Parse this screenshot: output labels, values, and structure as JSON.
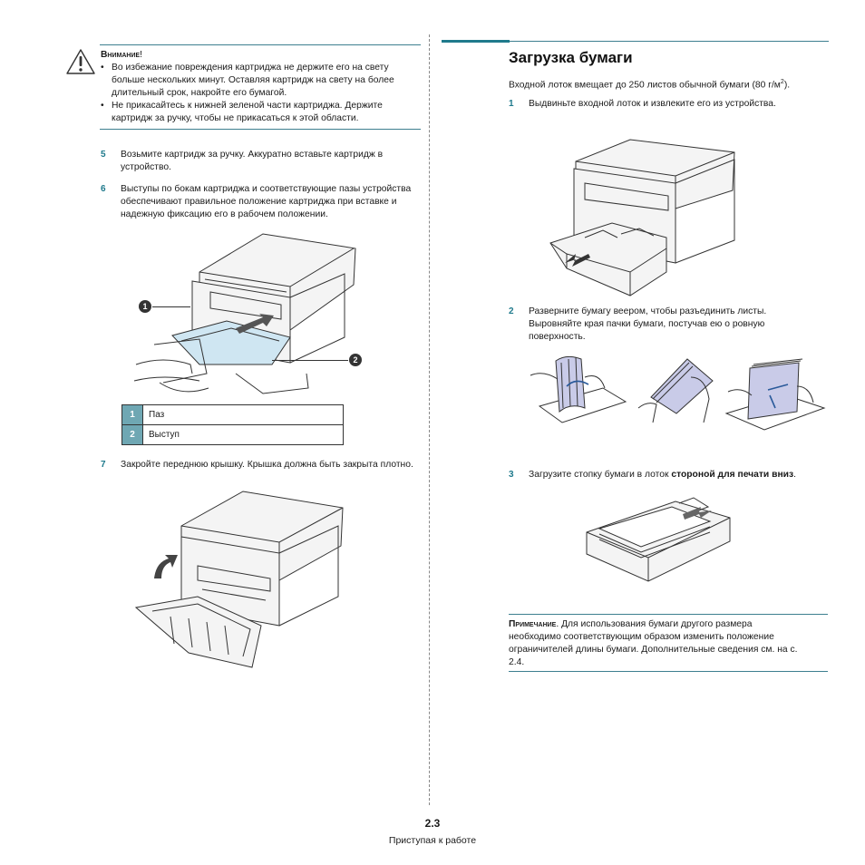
{
  "warning": {
    "title": "Внимание",
    "title_suffix": "!",
    "bullets": [
      "Во избежание повреждения картриджа не держите его на свету больше нескольких минут. Оставляя картридж на свету на более длительный срок, накройте его бумагой.",
      "Не прикасайтесь к нижней зеленой части картриджа. Держите картридж за ручку, чтобы не прикасаться к этой области."
    ]
  },
  "left_steps": [
    {
      "num": "5",
      "text": "Возьмите картридж за ручку. Аккуратно вставьте картридж в устройство."
    },
    {
      "num": "6",
      "text": "Выступы по бокам картриджа  и соответствующие пазы устройства обеспечивают правильное положение картриджа при вставке и надежную фиксацию его в рабочем положении."
    },
    {
      "num": "7",
      "text": "Закройте переднюю крышку. Крышка должна быть закрыта плотно."
    }
  ],
  "callouts": [
    "1",
    "2"
  ],
  "legend": [
    {
      "num": "1",
      "label": "Паз"
    },
    {
      "num": "2",
      "label": "Выступ"
    }
  ],
  "right": {
    "heading": "Загрузка бумаги",
    "intro_before": "Входной лоток  вмещает до 250 листов обычной бумаги (80 г/м",
    "intro_sup": "2",
    "intro_after": ").",
    "steps": [
      {
        "num": "1",
        "text": "Выдвиньте входной лоток и извлеките его из устройства."
      },
      {
        "num": "2",
        "text": "Разверните бумагу веером, чтобы разъединить листы. Выровняйте края пачки бумаги, постучав ею о ровную поверхность."
      },
      {
        "num": "3",
        "text_before": "Загрузите стопку бумаги в лоток ",
        "text_bold": "стороной для печати вниз",
        "text_after": "."
      }
    ],
    "note": {
      "title": "Примечание",
      "text": ". Для использования бумаги другого размера необходимо соответствующим образом изменить положение ограничителей длины бумаги. Дополнительные сведения см. на с. 2.4."
    }
  },
  "footer": {
    "page_number": "2.3",
    "section": "Приступая к работе"
  },
  "colors": {
    "accent": "#1f7a8c",
    "rule": "#3d7f8f",
    "cartridge": "#cfe6f2",
    "paper_blue": "#c9cbe8"
  }
}
